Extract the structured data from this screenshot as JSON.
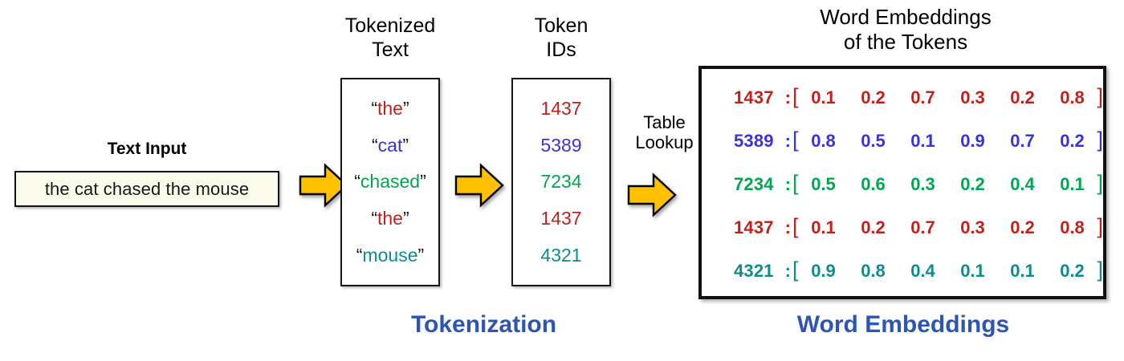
{
  "diagram": {
    "title_flow": "Text Input to Word Embeddings pipeline",
    "text_input": {
      "label": "Text Input",
      "value": "the cat chased the mouse"
    },
    "tokenized": {
      "heading": "Tokenized\nText",
      "open_quote": "“",
      "close_quote": "”",
      "tokens": [
        {
          "text": "the",
          "color": "#C0221B"
        },
        {
          "text": "cat",
          "color": "#3A33D8"
        },
        {
          "text": "chased",
          "color": "#00A650"
        },
        {
          "text": "the",
          "color": "#C0221B"
        },
        {
          "text": "mouse",
          "color": "#0E8C8C"
        }
      ]
    },
    "token_ids": {
      "heading": "Token\nIDs",
      "ids": [
        {
          "value": "1437",
          "color": "#C0221B"
        },
        {
          "value": "5389",
          "color": "#3A33D8"
        },
        {
          "value": "7234",
          "color": "#00A650"
        },
        {
          "value": "1437",
          "color": "#C0221B"
        },
        {
          "value": "4321",
          "color": "#0E8C8C"
        }
      ]
    },
    "table_lookup": {
      "label": "Table\nLookup"
    },
    "embeddings": {
      "heading": "Word Embeddings\nof the Tokens",
      "open_bracket": "[",
      "close_bracket": "]",
      "colon": ":",
      "rows": [
        {
          "id": "1437",
          "vector": [
            "0.1",
            "0.2",
            "0.7",
            "0.3",
            "0.2",
            "0.8"
          ],
          "color": "#C0221B"
        },
        {
          "id": "5389",
          "vector": [
            "0.8",
            "0.5",
            "0.1",
            "0.9",
            "0.7",
            "0.2"
          ],
          "color": "#3A33D8"
        },
        {
          "id": "7234",
          "vector": [
            "0.5",
            "0.6",
            "0.3",
            "0.2",
            "0.4",
            "0.1"
          ],
          "color": "#00A650"
        },
        {
          "id": "1437",
          "vector": [
            "0.1",
            "0.2",
            "0.7",
            "0.3",
            "0.2",
            "0.8"
          ],
          "color": "#C0221B"
        },
        {
          "id": "4321",
          "vector": [
            "0.9",
            "0.8",
            "0.4",
            "0.1",
            "0.1",
            "0.2"
          ],
          "color": "#0E8C8C"
        }
      ]
    },
    "captions": {
      "tokenization": "Tokenization",
      "word_embeddings": "Word Embeddings",
      "color": "#2C55B4"
    },
    "arrows": {
      "icon": "right-arrow-icon",
      "fill": "#FFC000",
      "stroke": "#000000",
      "count": 3
    }
  }
}
